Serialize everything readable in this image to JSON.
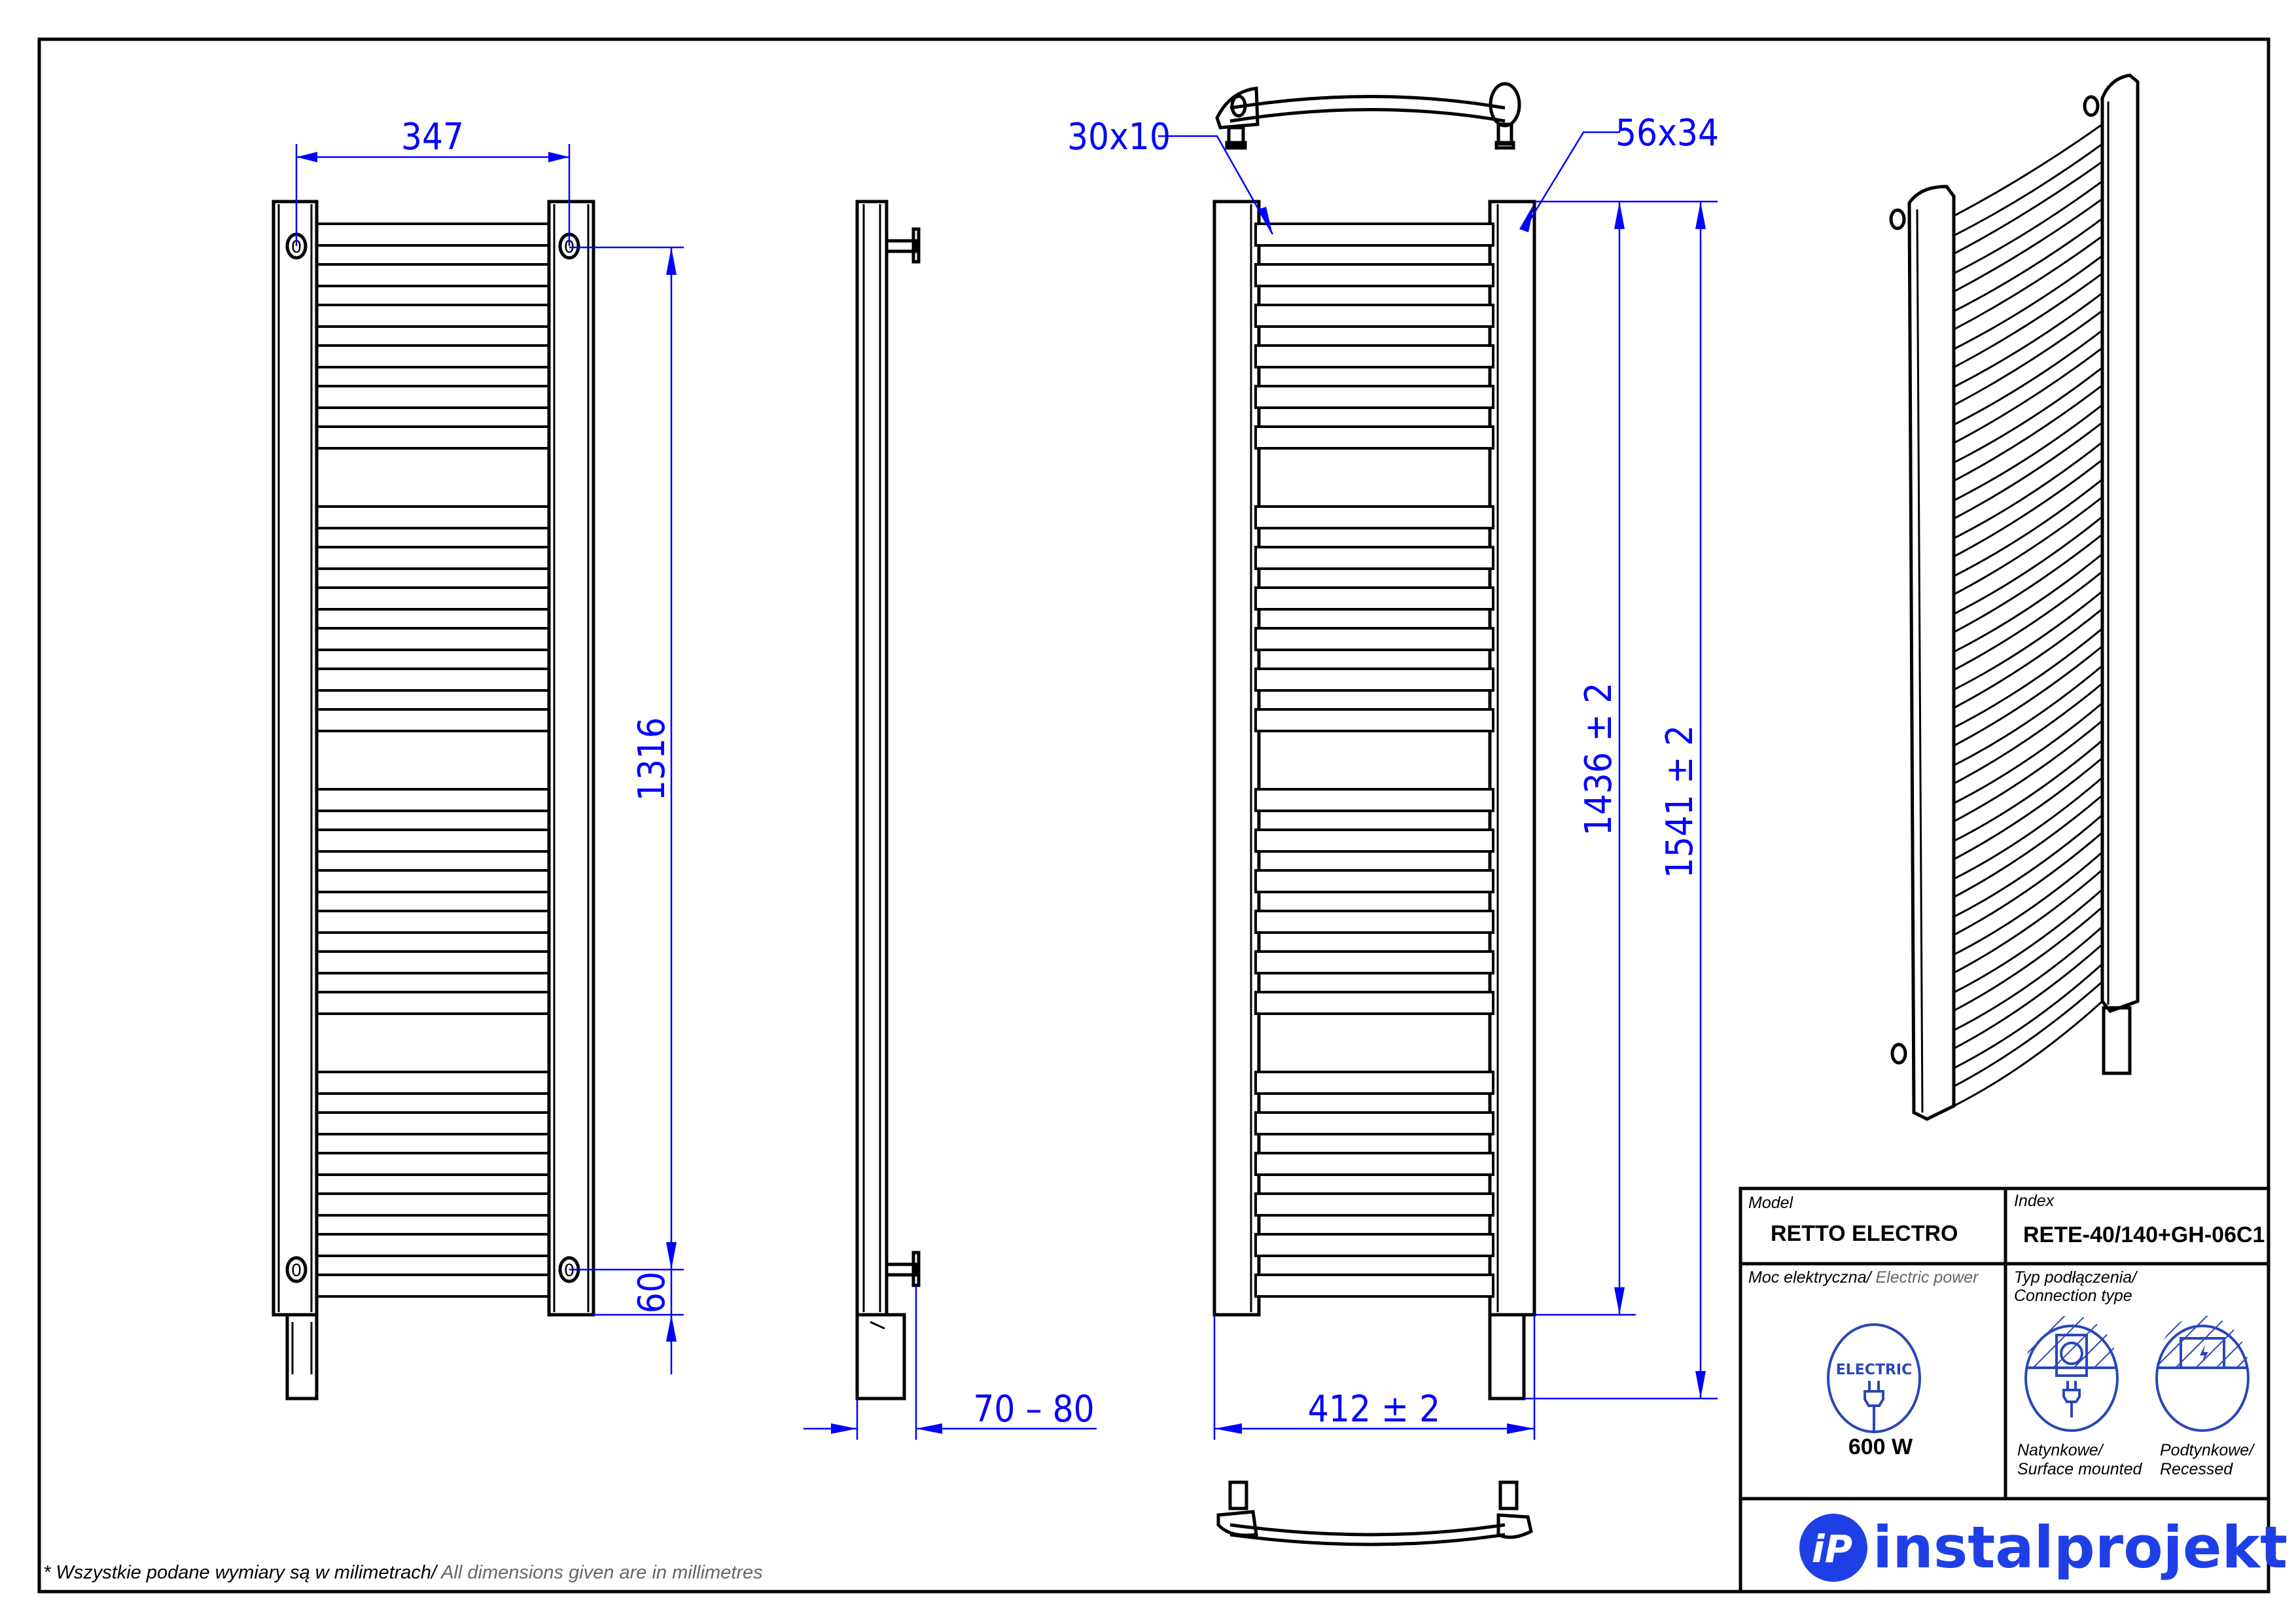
{
  "dimensions": {
    "width_axis": "347",
    "height_axis": "1316",
    "bottom_offset": "60",
    "wall_distance": "70 – 80",
    "width_total": "412  ± 2",
    "height_body": "1436  ± 2",
    "height_total": "1541  ± 2",
    "tube_ladder": "30x10",
    "tube_profile": "56x34",
    "hole_mark": "0"
  },
  "title_block": {
    "model_label": "Model",
    "model_value": "RETTO ELECTRO",
    "index_label": "Index",
    "index_value": "RETE-40/140+GH-06C1",
    "power_label_pl": "Moc elektryczna/",
    "power_label_en": " Electric power",
    "power_icon_text": "ELECTRIC",
    "power_value": "600 W",
    "connection_label_pl": "Typ podłączenia/",
    "connection_label_en": "Connection type",
    "surface_pl": "Natynkowe/",
    "surface_en": "Surface mounted",
    "recessed_pl": "Podtynkowe/",
    "recessed_en": "Recessed"
  },
  "brand": {
    "name": "instalprojekt",
    "mark": "iP",
    "color": "#1f3fe6"
  },
  "footnote": {
    "pl": "* Wszystkie podane wymiary są w milimetrach/",
    "en": " All dimensions given are in millimetres"
  },
  "drawing": {
    "bar_groups": 4,
    "bars_per_group": 6,
    "dimension_color": "#0000ff"
  }
}
